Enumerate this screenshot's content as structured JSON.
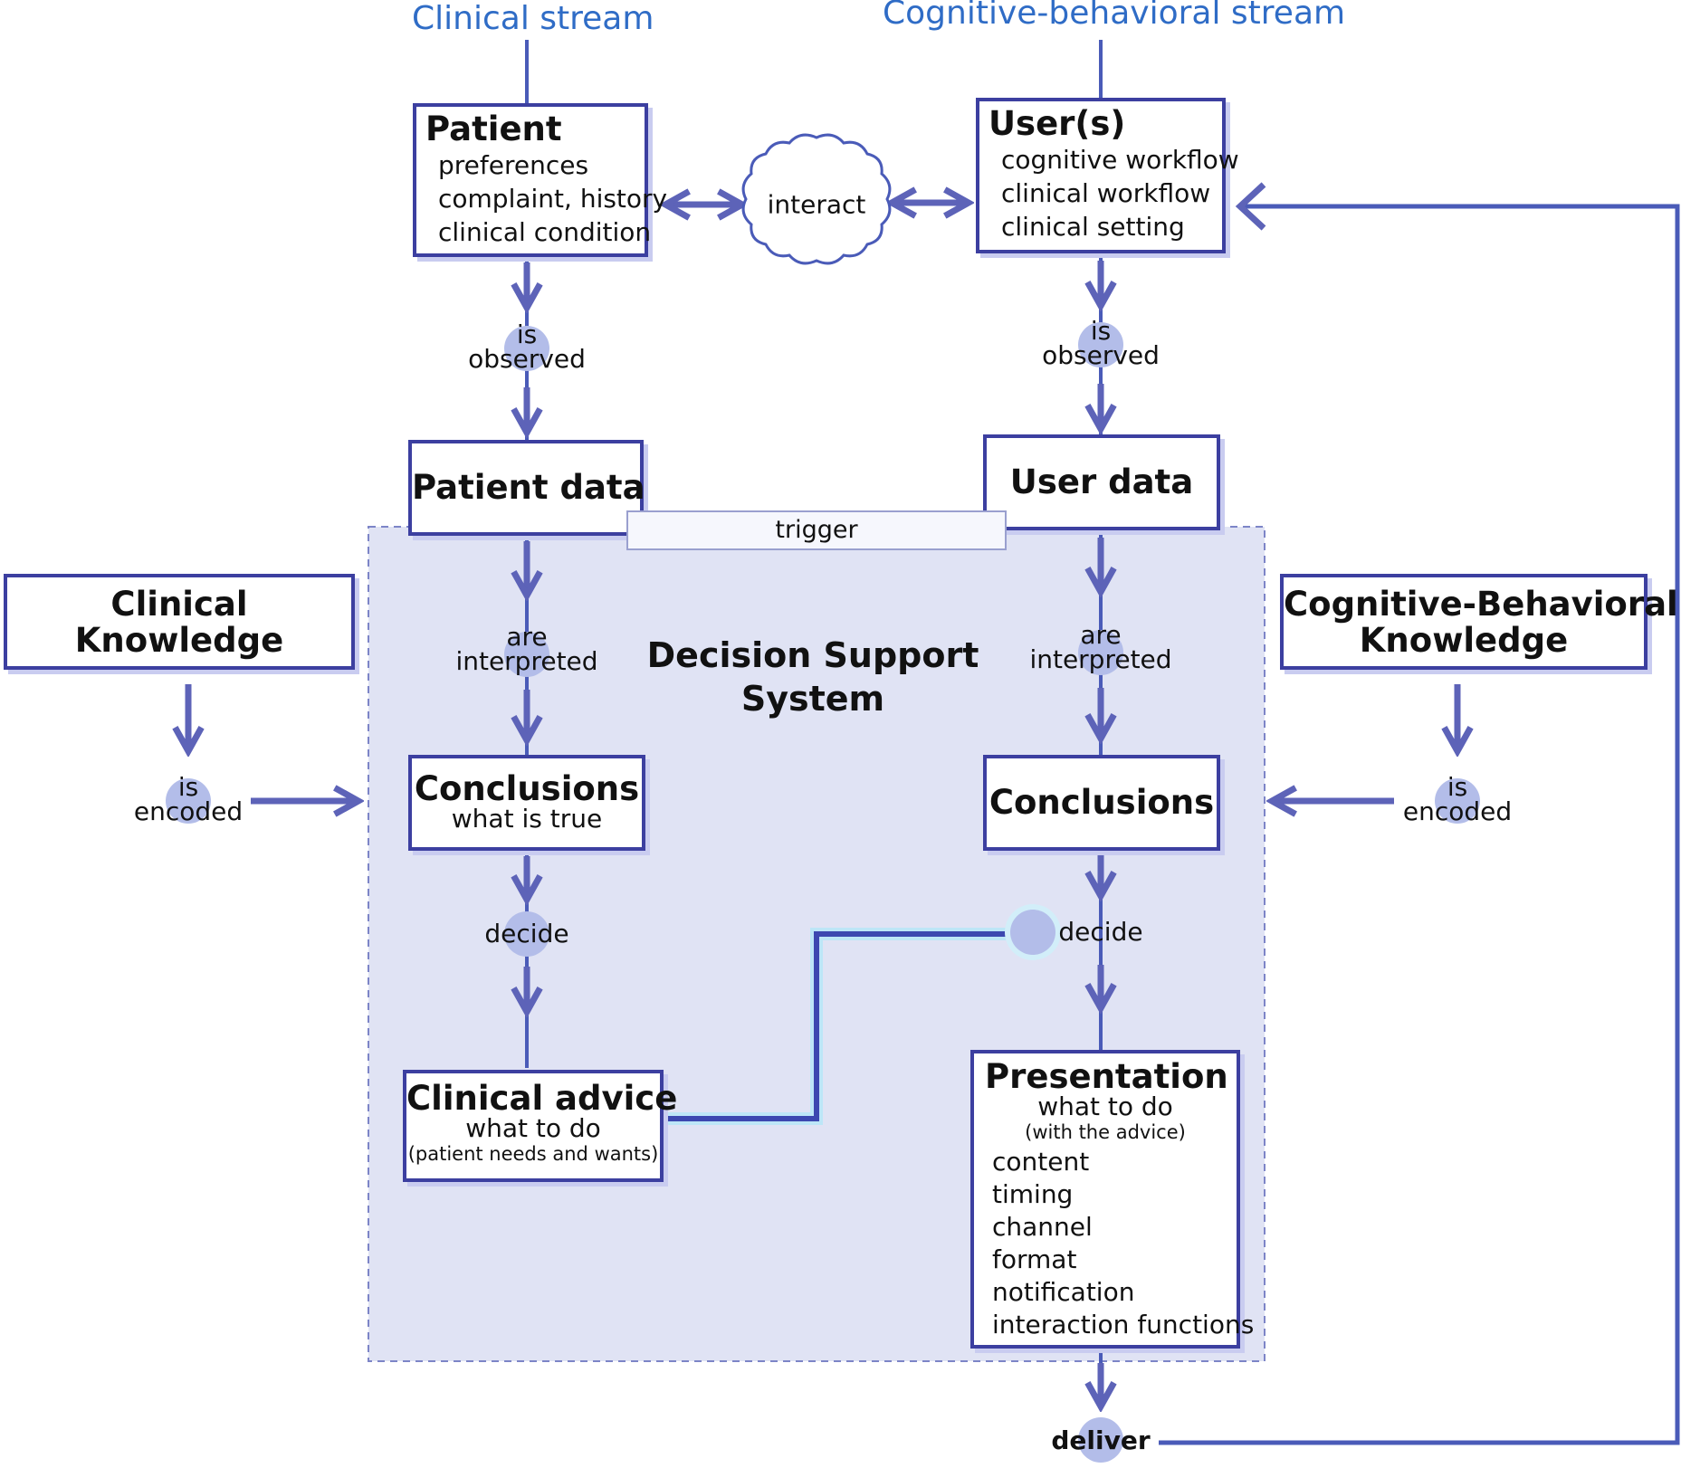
{
  "streams": {
    "clinical": "Clinical stream",
    "cognitive": "Cognitive-behavioral stream"
  },
  "patient": {
    "title": "Patient",
    "lines": [
      "preferences",
      "complaint, history",
      "clinical condition"
    ]
  },
  "users": {
    "title": "User(s)",
    "lines": [
      "cognitive workflow",
      "clinical workflow",
      "clinical setting"
    ]
  },
  "interact": "interact",
  "labels": {
    "is": "is",
    "observed": "observed",
    "are": "are",
    "interpreted": "interpreted",
    "encoded": "encoded",
    "decide": "decide",
    "deliver": "deliver"
  },
  "patient_data": "Patient data",
  "user_data": "User data",
  "trigger": "trigger",
  "dss": {
    "line1": "Decision Support",
    "line2": "System"
  },
  "clinical_knowledge": {
    "line1": "Clinical",
    "line2": "Knowledge"
  },
  "cb_knowledge": {
    "line1": "Cognitive-Behavioral",
    "line2": "Knowledge"
  },
  "conclusions_left": {
    "title": "Conclusions",
    "subtitle": "what is true"
  },
  "conclusions_right": {
    "title": "Conclusions"
  },
  "clinical_advice": {
    "title": "Clinical advice",
    "subtitle": "what to do",
    "note": "(patient needs and wants)"
  },
  "presentation": {
    "title": "Presentation",
    "subtitle": "what to do",
    "note": "(with the advice)",
    "items": [
      "content",
      "timing",
      "channel",
      "format",
      "notification",
      "interaction functions"
    ]
  },
  "colors": {
    "line": "#4a5bb8",
    "arrow": "#5d63b8",
    "box_border": "#3c3fa0",
    "node": "#b3bde9",
    "dss_bg": "#e0e3f4",
    "stream_title": "#2f6cc6"
  }
}
